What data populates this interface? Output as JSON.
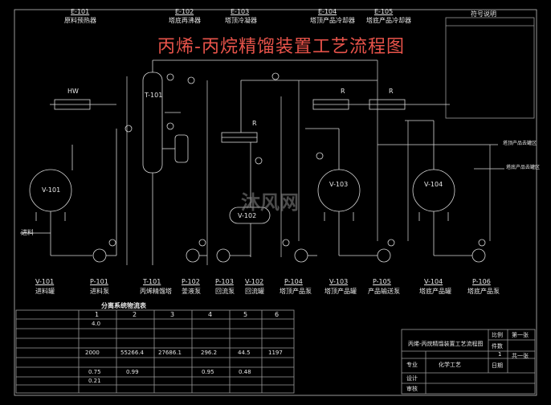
{
  "title": "丙烯-丙烷精馏装置工艺流程图",
  "watermark": "沐风网",
  "legend_title": "符号说明",
  "top_tags": [
    {
      "id": "E-101",
      "desc": "原料预热器"
    },
    {
      "id": "E-102",
      "desc": "塔底再沸器"
    },
    {
      "id": "E-103",
      "desc": "塔顶冷凝器"
    },
    {
      "id": "E-104",
      "desc": "塔顶产品冷却器"
    },
    {
      "id": "E-105",
      "desc": "塔底产品冷却器"
    }
  ],
  "bottom_tags": [
    {
      "id": "V-101",
      "desc": "进料罐"
    },
    {
      "id": "P-101",
      "desc": "进料泵"
    },
    {
      "id": "T-101",
      "desc": "丙烯精馏塔"
    },
    {
      "id": "P-102",
      "desc": "釜液泵"
    },
    {
      "id": "P-103",
      "desc": "回流泵"
    },
    {
      "id": "V-102",
      "desc": "回流罐"
    },
    {
      "id": "P-104",
      "desc": "塔顶产品泵"
    },
    {
      "id": "V-103",
      "desc": "塔顶产品罐"
    },
    {
      "id": "P-105",
      "desc": "产品输送泵"
    },
    {
      "id": "V-104",
      "desc": "塔底产品罐"
    },
    {
      "id": "P-106",
      "desc": "塔底产品泵"
    }
  ],
  "vessels": {
    "v101": "V-101",
    "v102": "V-102",
    "v103": "V-103",
    "v104": "V-104",
    "t101": "T-101"
  },
  "stream_labels": {
    "hw": "HW",
    "feed": "进料",
    "r1": "R",
    "r2": "R",
    "r3": "R",
    "top_product": "塔顶产品去罐区",
    "bottom_product": "塔底产品去罐区"
  },
  "table": {
    "title": "分离系统物流表",
    "col_headers": [
      "1",
      "2",
      "3",
      "4",
      "5",
      "6"
    ],
    "rows": [
      [
        "",
        "4.0",
        "",
        "",
        "",
        "",
        ""
      ],
      [
        "",
        "",
        "",
        "",
        "",
        "",
        ""
      ],
      [
        "",
        "2000",
        "55266.4",
        "27686.1",
        "296.2",
        "44.5",
        "1197"
      ],
      [
        "",
        "",
        "",
        "",
        "",
        "",
        ""
      ],
      [
        "",
        "0.75",
        "0.99",
        "",
        "0.95",
        "0.48",
        ""
      ],
      [
        "",
        "0.21",
        "",
        "",
        "",
        "",
        ""
      ],
      [
        "",
        "",
        "",
        "",
        "",
        "",
        ""
      ],
      [
        "",
        "",
        "",
        "",
        "",
        "",
        ""
      ]
    ]
  },
  "titleblock": {
    "drawing_name": "丙烯-丙烷精馏装置工艺流程图",
    "sheet_label": "比例",
    "sheet": "第一张",
    "count_label": "件数",
    "count": "1",
    "total": "共一张",
    "date_label": "日期",
    "major_label": "专业",
    "major": "化学工艺",
    "design_label": "设计",
    "review_label": "审核"
  },
  "colors": {
    "line": "#d9d9d9",
    "dim": "#9a9a9a",
    "title": "#e8534a",
    "bg": "#000000"
  }
}
